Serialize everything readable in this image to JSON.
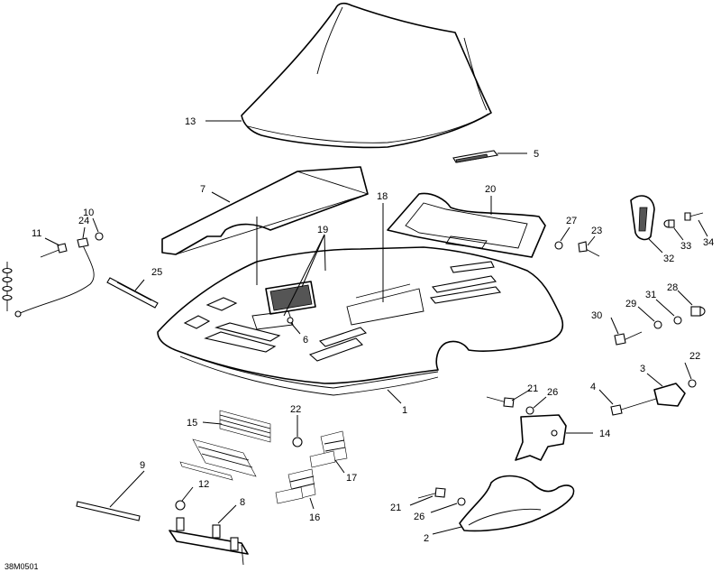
{
  "diagram_code": "38M0501",
  "callouts": {
    "c1": "1",
    "c2": "2",
    "c3": "3",
    "c4": "4",
    "c5": "5",
    "c6": "6",
    "c7": "7",
    "c8": "8",
    "c9": "9",
    "c10": "10",
    "c11": "11",
    "c12": "12",
    "c13": "13",
    "c14": "14",
    "c15": "15",
    "c16": "16",
    "c17": "17",
    "c18": "18",
    "c19": "19",
    "c20": "20",
    "c21a": "21",
    "c21b": "21",
    "c22a": "22",
    "c22b": "22",
    "c23": "23",
    "c24": "24",
    "c25": "25",
    "c26a": "26",
    "c26b": "26",
    "c27": "27",
    "c28": "28",
    "c29": "29",
    "c30": "30",
    "c31": "31",
    "c32": "32",
    "c33": "33",
    "c34": "34"
  }
}
